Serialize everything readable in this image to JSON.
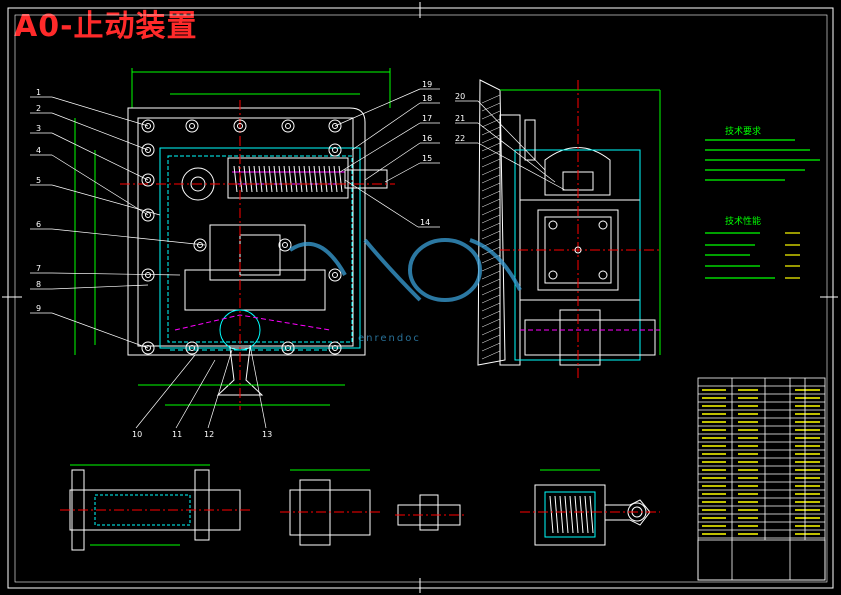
{
  "drawing": {
    "title": "A0-止动装置",
    "tech_requirements_heading": "技术要求",
    "tech_performance_heading": "技术性能",
    "watermark_text": "enrendoc"
  },
  "callouts_left": [
    "1",
    "2",
    "3",
    "4",
    "5",
    "6",
    "7",
    "8",
    "9"
  ],
  "callouts_right": [
    "19",
    "18",
    "17",
    "16",
    "15",
    "14"
  ],
  "callouts_bottom": [
    "10",
    "11",
    "12",
    "13"
  ],
  "callouts_side": [
    "20",
    "21",
    "22"
  ],
  "colors": {
    "background": "#000000",
    "title": "#ff2a2a",
    "outline": "#ffffff",
    "dimension": "#00ff00",
    "hidden": "#00ffff",
    "centerline": "#ff0000",
    "section": "#ff00ff",
    "watermark": "#3aa0d8"
  }
}
